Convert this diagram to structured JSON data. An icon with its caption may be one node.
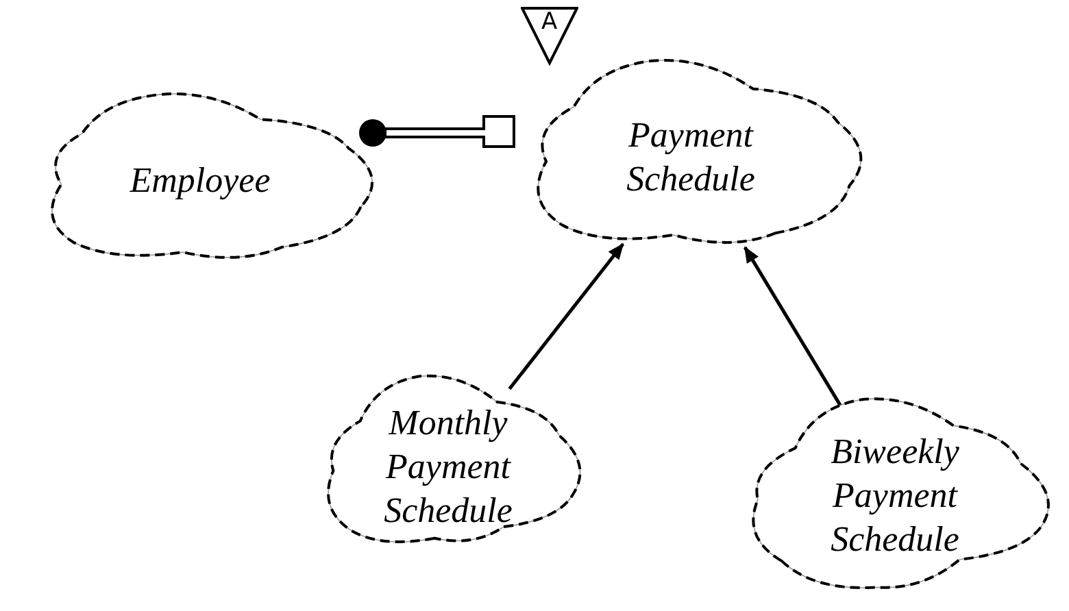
{
  "diagram": {
    "nodes": [
      {
        "text": [
          "Employee"
        ]
      },
      {
        "text": [
          "Payment Schedule"
        ],
        "beside": [
          "A"
        ]
      },
      {
        "text": [
          "Monthly Payment Schedule"
        ]
      },
      {
        "text": [
          "Biweekly Payment Schedule"
        ]
      }
    ],
    "edges": [
      {
        "from": 0,
        "to": 1,
        "arrow": "other",
        "style": "thick"
      },
      {
        "from": 2,
        "to": 1,
        "arrow": "to"
      },
      {
        "from": 3,
        "to": 1,
        "arrow": "to"
      }
    ]
  }
}
